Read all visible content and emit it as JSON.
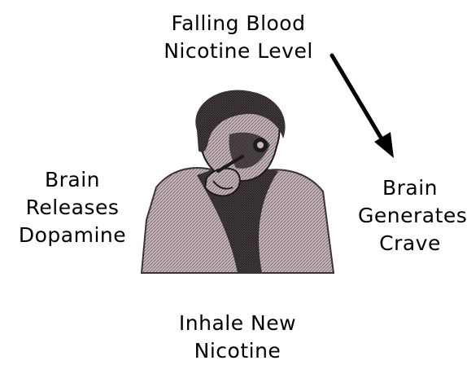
{
  "diagram": {
    "nodes": [
      {
        "id": "top",
        "lines": [
          "Falling Blood",
          "Nicotine Level"
        ]
      },
      {
        "id": "right",
        "lines": [
          "Brain",
          "Generates",
          "Crave"
        ]
      },
      {
        "id": "bottom",
        "lines": [
          "Inhale New",
          "Nicotine"
        ]
      },
      {
        "id": "left",
        "lines": [
          "Brain",
          "Releases",
          "Dopamine"
        ]
      }
    ],
    "edges": [
      {
        "from": "top",
        "to": "right",
        "style": "arrow"
      }
    ],
    "center_image": "smoker-icon"
  },
  "colors": {
    "text": "#000000",
    "background": "#ffffff",
    "arrow": "#000000",
    "figure_dark": "#1c1a1a",
    "figure_mid": "#6a5f60",
    "figure_light": "#c9b8bb"
  }
}
